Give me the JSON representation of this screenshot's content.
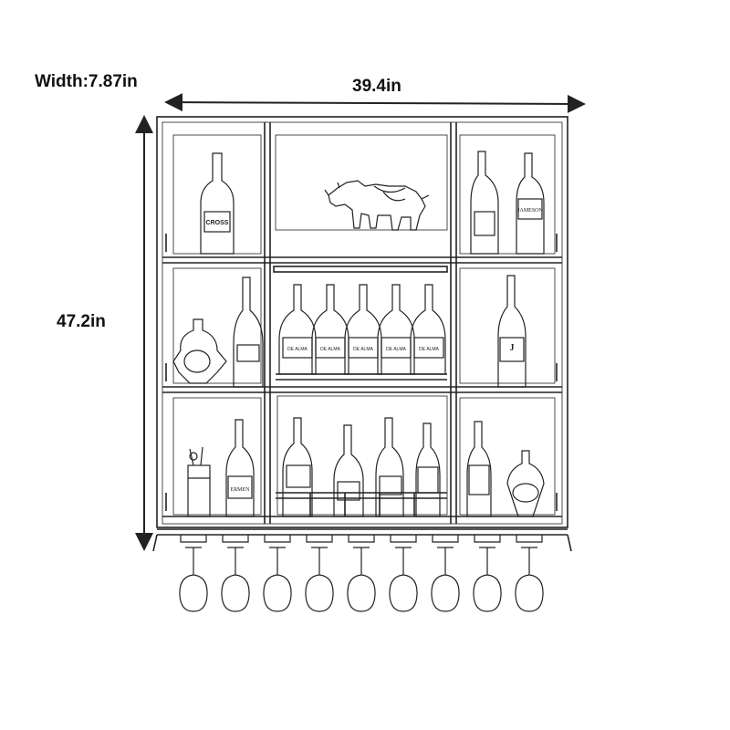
{
  "dimensions": {
    "depth_label": "Width:7.87in",
    "width_label": "39.4in",
    "height_label": "47.2in"
  },
  "bottle_labels": {
    "top_left": "CROSS",
    "top_right": "JAMESON",
    "middle_right": "J",
    "bottom_left": "ERMEN",
    "center_rack": "DE ALMA"
  },
  "colors": {
    "line": "#222222",
    "text": "#111111",
    "background": "#ffffff"
  },
  "icons": [
    "rhino-figurine-icon",
    "wine-bottle-icon",
    "cocktail-glass-icon",
    "decanter-icon",
    "wine-glass-icon"
  ]
}
